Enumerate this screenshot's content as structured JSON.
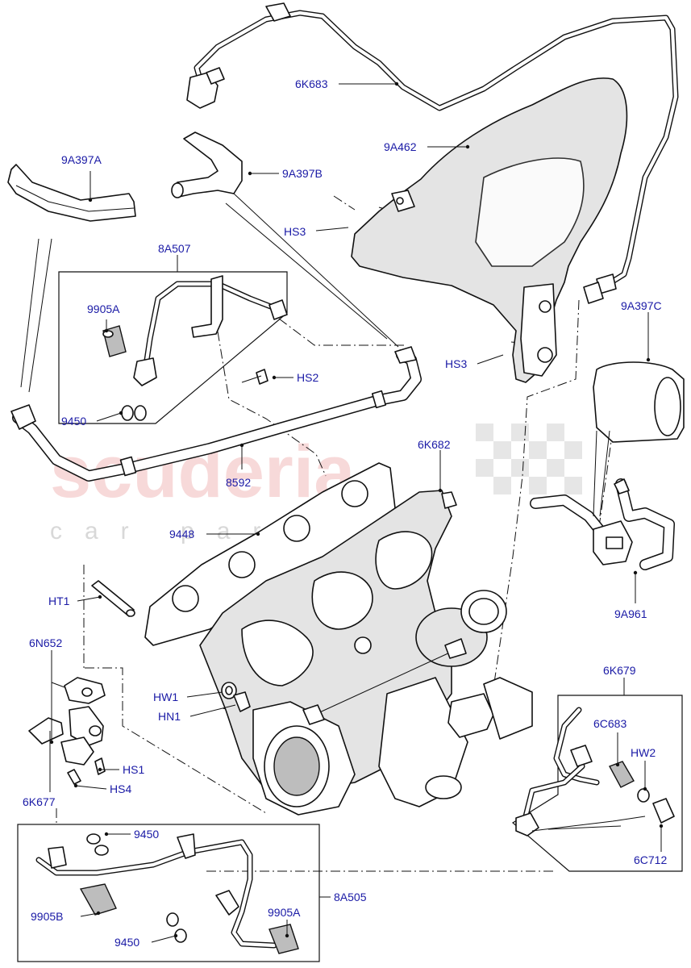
{
  "watermark": {
    "brand": "scuderia",
    "tagline": "car parts"
  },
  "callouts": {
    "c_6K683": "6K683",
    "c_9A462": "9A462",
    "c_9A397A": "9A397A",
    "c_9A397B": "9A397B",
    "c_HS3_top": "HS3",
    "c_8A507": "8A507",
    "c_9905A_top": "9905A",
    "c_HS2": "HS2",
    "c_9450_top": "9450",
    "c_HS3_mid": "HS3",
    "c_9A397C": "9A397C",
    "c_6K682": "6K682",
    "c_8592": "8592",
    "c_9448": "9448",
    "c_HT1": "HT1",
    "c_9A961": "9A961",
    "c_6N652": "6N652",
    "c_HW1": "HW1",
    "c_HN1": "HN1",
    "c_6K679": "6K679",
    "c_6C683": "6C683",
    "c_HW2": "HW2",
    "c_HS1": "HS1",
    "c_HS4": "HS4",
    "c_6K677": "6K677",
    "c_6C712": "6C712",
    "c_9450_b1": "9450",
    "c_8A505": "8A505",
    "c_9905B": "9905B",
    "c_9905A_b": "9905A",
    "c_9450_b2": "9450"
  }
}
